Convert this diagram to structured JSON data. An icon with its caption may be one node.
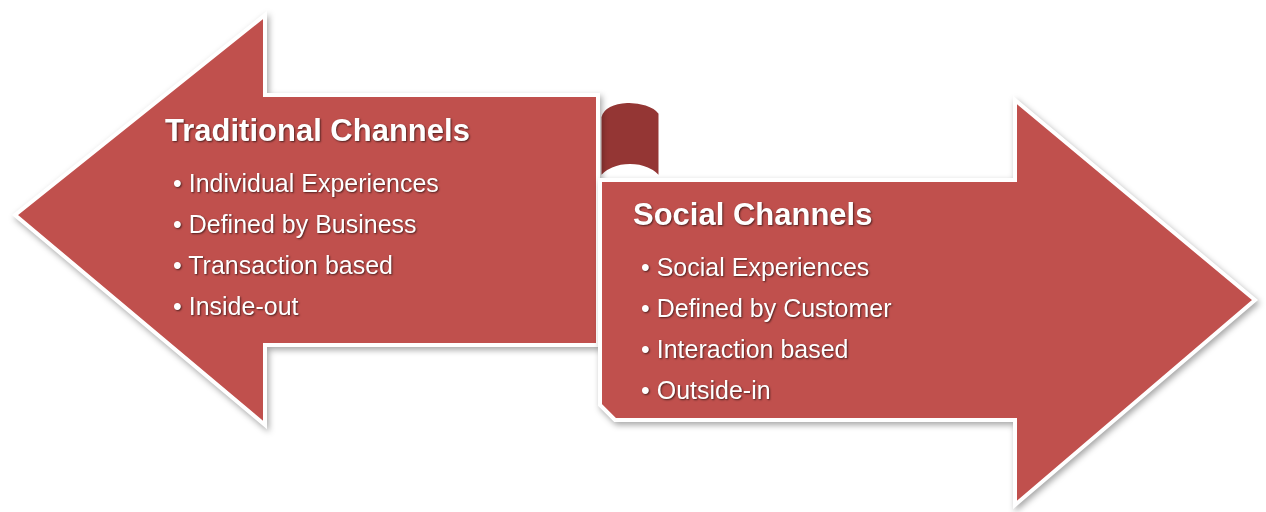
{
  "diagram": {
    "nodes": [
      {
        "text": [
          "Traditional Channels",
          "• Individual Experiences",
          "• Defined by Business",
          "• Transaction based",
          "• Inside-out"
        ]
      },
      {
        "text": [
          "Social Channels",
          "• Social Experiences",
          "• Defined by Customer",
          "• Interaction based",
          "• Outside-in"
        ]
      }
    ]
  }
}
